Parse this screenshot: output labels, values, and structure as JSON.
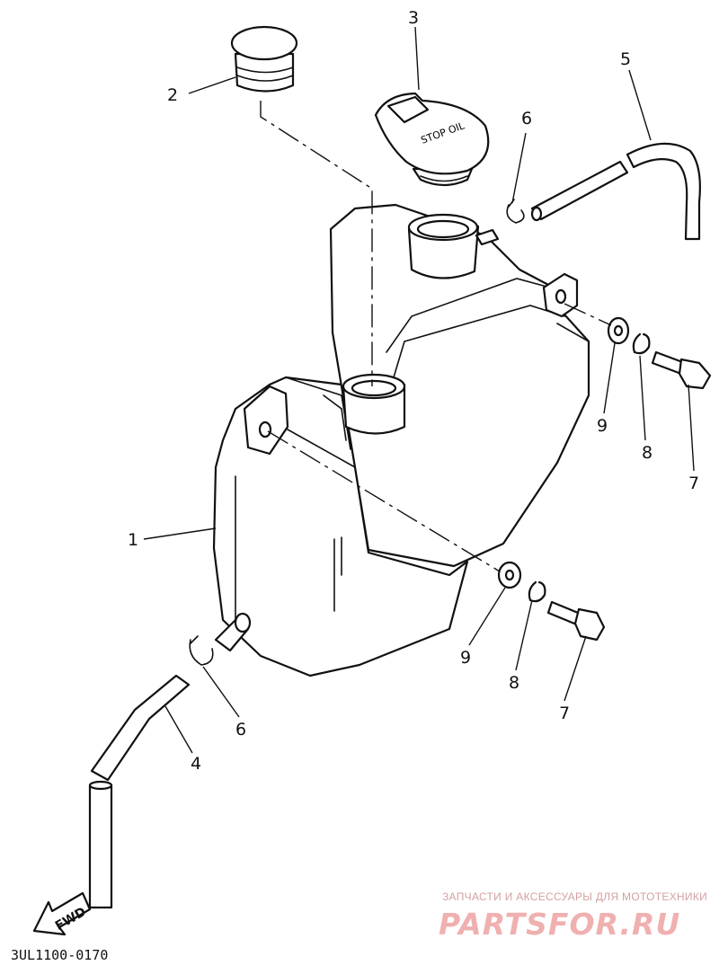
{
  "diagram": {
    "callouts": [
      {
        "id": "c1",
        "label": "1"
      },
      {
        "id": "c2",
        "label": "2"
      },
      {
        "id": "c3",
        "label": "3"
      },
      {
        "id": "c4",
        "label": "4"
      },
      {
        "id": "c5",
        "label": "5"
      },
      {
        "id": "c6a",
        "label": "6"
      },
      {
        "id": "c6b",
        "label": "6"
      },
      {
        "id": "c7a",
        "label": "7"
      },
      {
        "id": "c7b",
        "label": "7"
      },
      {
        "id": "c8a",
        "label": "8"
      },
      {
        "id": "c8b",
        "label": "8"
      },
      {
        "id": "c9a",
        "label": "9"
      },
      {
        "id": "c9b",
        "label": "9"
      }
    ],
    "cap_text": "STOP OIL",
    "fwd_label": "FWD",
    "figure_code": "3UL1100-0170"
  },
  "watermark": {
    "caption": "ЗАПЧАСТИ И АКСЕССУАРЫ ДЛЯ МОТОТЕХНИКИ",
    "brand": "PARTSFOR.RU",
    "color": "#f0b0b0"
  }
}
